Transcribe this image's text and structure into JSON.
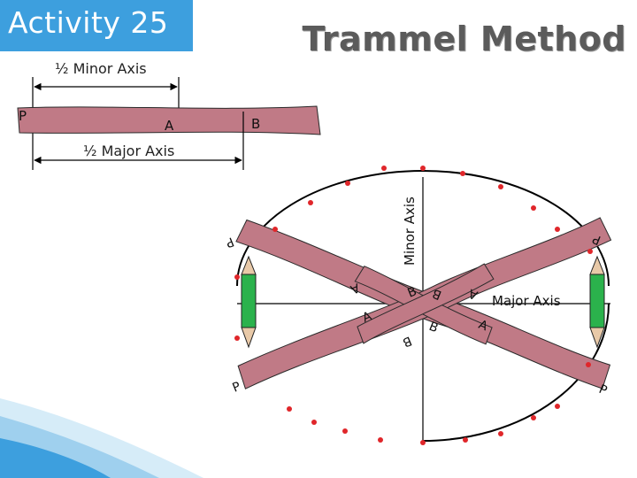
{
  "header": {
    "badge": "Activity 25",
    "title": "Trammel Method"
  },
  "trammel": {
    "minor_label": "½  Minor Axis",
    "major_label": "½  Major Axis",
    "point_p": "P",
    "point_a": "A",
    "point_b": "B"
  },
  "ellipse": {
    "minor_axis_label": "Minor Axis",
    "major_axis_label": "Major Axis",
    "strip_labels": {
      "p": "P",
      "a": "A",
      "b": "B"
    }
  },
  "colors": {
    "badge": "#3d9fde",
    "strip": "#c07a86",
    "dot": "#e0262a",
    "pencil": "#2bb24c"
  }
}
